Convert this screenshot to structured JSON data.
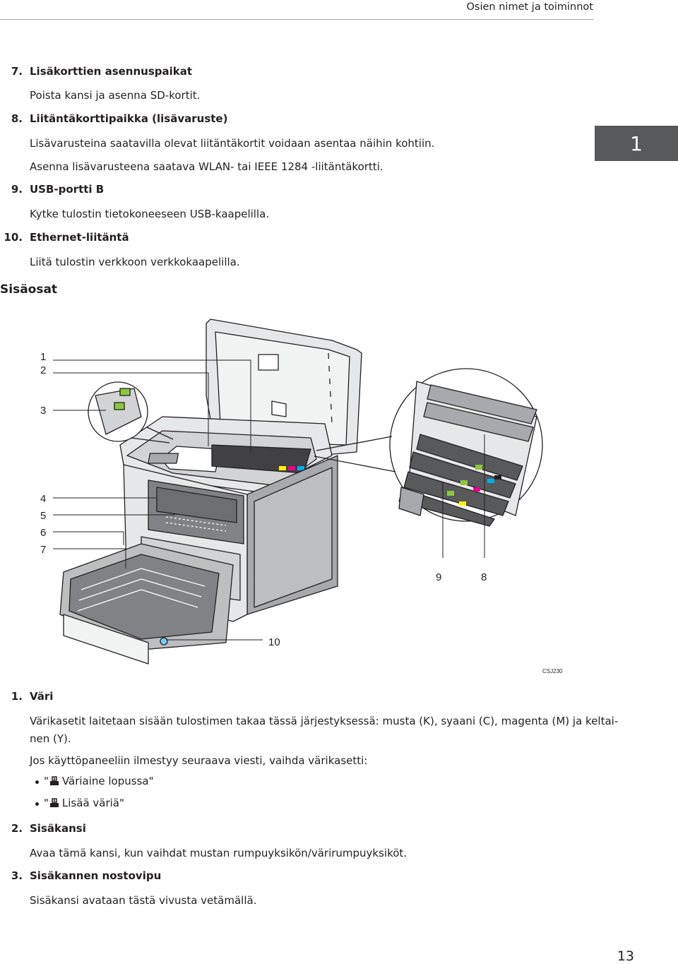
{
  "header": {
    "section": "Osien nimet ja toiminnot"
  },
  "chapter_tab": "1",
  "items_top": [
    {
      "num": "7.",
      "title": "Lisäkorttien asennuspaikat",
      "desc": [
        "Poista kansi ja asenna SD-kortit."
      ]
    },
    {
      "num": "8.",
      "title": "Liitäntäkorttipaikka (lisävaruste)",
      "desc": [
        "Lisävarusteina saatavilla olevat liitäntäkortit voidaan asentaa näihin kohtiin.",
        "Asenna lisävarusteena saatava WLAN- tai IEEE 1284 -liitäntäkortti."
      ]
    },
    {
      "num": "9.",
      "title": "USB-portti B",
      "desc": [
        "Kytke tulostin tietokoneeseen USB-kaapelilla."
      ]
    },
    {
      "num": "10.",
      "title": "Ethernet-liitäntä",
      "desc": [
        "Liitä tulostin verkkoon verkkokaapelilla."
      ]
    }
  ],
  "section_title": "Sisäosat",
  "figure": {
    "callouts": [
      "1",
      "2",
      "3",
      "4",
      "5",
      "6",
      "7",
      "9",
      "8",
      "10"
    ],
    "code": "CSJ230",
    "icon_name": "toner-cartridge-icon"
  },
  "items_bottom": [
    {
      "num": "1.",
      "title": "Väri",
      "desc": [
        "Värikasetit laitetaan sisään tulostimen takaa tässä järjestyksessä: musta (K), syaani (C), magenta (M) ja keltai-",
        "nen (Y)."
      ],
      "note": "Jos käyttöpaneeliin ilmestyy seuraava viesti, vaihda värikasetti:",
      "bullets": [
        {
          "open": "\"",
          "text": "Väriaine lopussa\""
        },
        {
          "open": "\"",
          "text": "Lisää väriä\""
        }
      ]
    },
    {
      "num": "2.",
      "title": "Sisäkansi",
      "desc": [
        "Avaa tämä kansi, kun vaihdat mustan rumpuyksikön/värirumpuyksiköt."
      ]
    },
    {
      "num": "3.",
      "title": "Sisäkannen nostovipu",
      "desc": [
        "Sisäkansi avataan tästä vivusta vetämällä."
      ]
    }
  ],
  "page_number": "13"
}
